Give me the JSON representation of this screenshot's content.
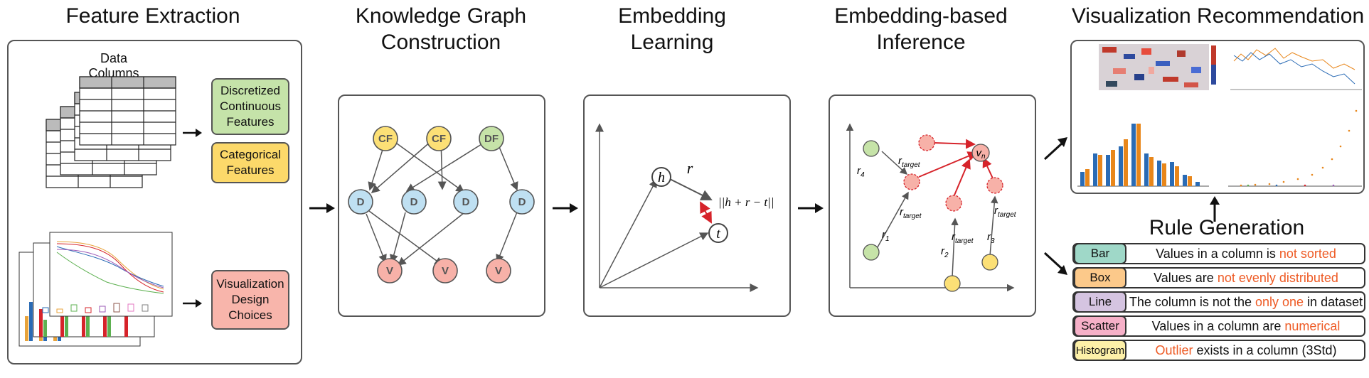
{
  "titles": {
    "feature_extraction": "Feature Extraction",
    "kg_line1": "Knowledge Graph",
    "kg_line2": "Construction",
    "emb_line1": "Embedding",
    "emb_line2": "Learning",
    "inf_line1": "Embedding-based",
    "inf_line2": "Inference",
    "vis_rec": "Visualization Recommendation",
    "rule_gen": "Rule Generation"
  },
  "feature_extraction": {
    "data_columns_label": "Data Columns",
    "discretized": {
      "line1": "Discretized",
      "line2": "Continuous",
      "line3": "Features"
    },
    "categorical": {
      "line1": "Categorical",
      "line2": "Features"
    },
    "vis_design": {
      "line1": "Visualization",
      "line2": "Design",
      "line3": "Choices"
    }
  },
  "kg": {
    "top_nodes": [
      "CF",
      "CF",
      "DF"
    ],
    "mid_nodes": [
      "D",
      "D",
      "D",
      "D"
    ],
    "bottom_nodes": [
      "V",
      "V",
      "V"
    ]
  },
  "embedding": {
    "h": "h",
    "t": "t",
    "r": "r",
    "norm": "||h + r − t||"
  },
  "inference": {
    "r_target": "r",
    "r_target_sub": "target",
    "r1": "r",
    "r1_sub": "1",
    "r2": "r",
    "r2_sub": "2",
    "r3": "r",
    "r3_sub": "3",
    "r4": "r",
    "r4_sub": "4",
    "vn": "v",
    "vn_sub": "n"
  },
  "rules": [
    {
      "tag": "Bar",
      "color": "#9fd8c8",
      "prefix": "Values in a column is ",
      "highlight": "not sorted",
      "suffix": ""
    },
    {
      "tag": "Box",
      "color": "#fcc98a",
      "prefix": "Values are ",
      "highlight": "not evenly distributed",
      "suffix": ""
    },
    {
      "tag": "Line",
      "color": "#d5c4e1",
      "prefix": "The column is not the ",
      "highlight": "only one",
      "suffix": " in dataset"
    },
    {
      "tag": "Scatter",
      "color": "#f6b0c8",
      "prefix": "Values in a column are ",
      "highlight": "numerical",
      "suffix": ""
    },
    {
      "tag": "Histogram",
      "color": "#fdf0a8",
      "prefix": "",
      "highlight": "Outlier",
      "suffix": " exists in a column (3Std)"
    }
  ],
  "colors": {
    "cf_node": "#fce076",
    "df_node": "#c6e3a8",
    "d_node": "#bfe0f2",
    "v_node": "#f7b1a8",
    "discretized_box": "#c5e3a9",
    "categorical_box": "#fcd96a",
    "vis_box": "#f8b5ab",
    "highlight": "#ee5a24",
    "arrow_red": "#d6232a"
  }
}
